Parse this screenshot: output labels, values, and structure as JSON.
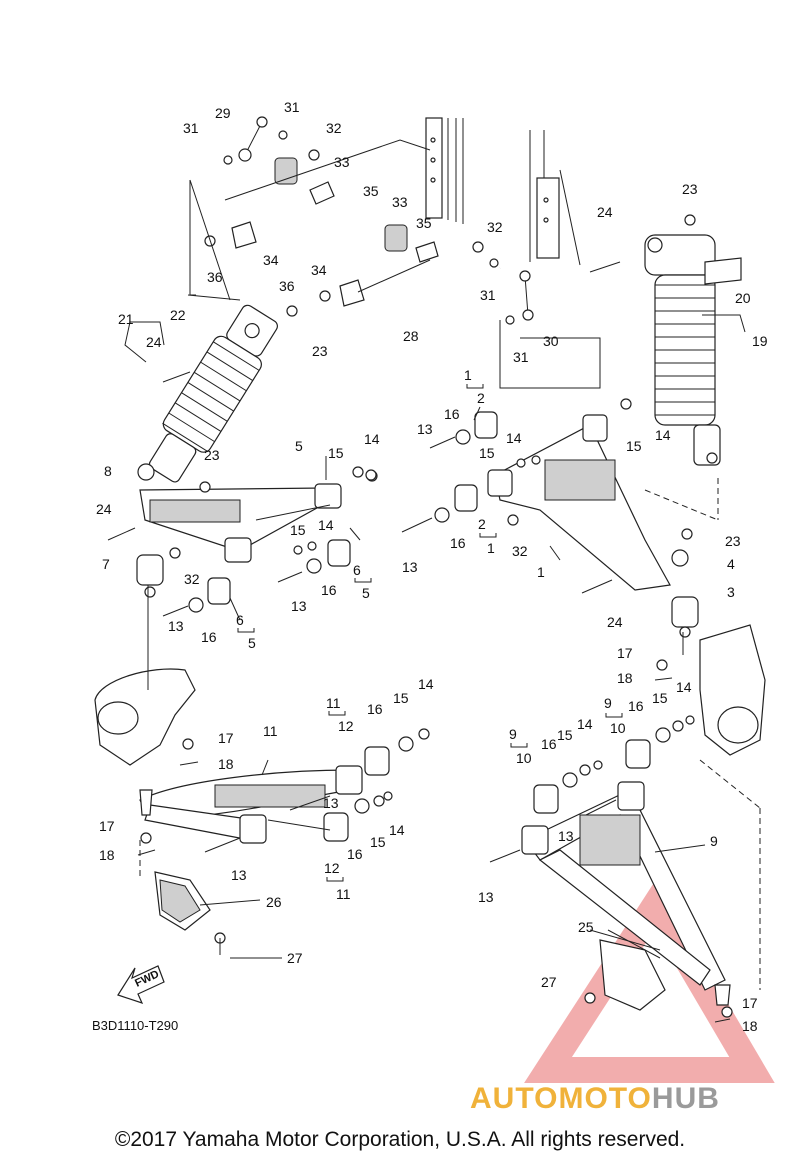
{
  "diagram": {
    "code": "B3D1110-T290",
    "fwd_label": "FWD",
    "callouts": [
      {
        "id": "c31a",
        "label": "31"
      },
      {
        "id": "c29",
        "label": "29"
      },
      {
        "id": "c31b",
        "label": "31"
      },
      {
        "id": "c32a",
        "label": "32"
      },
      {
        "id": "c33a",
        "label": "33"
      },
      {
        "id": "c35a",
        "label": "35"
      },
      {
        "id": "c33b",
        "label": "33"
      },
      {
        "id": "c35b",
        "label": "35"
      },
      {
        "id": "c32b",
        "label": "32"
      },
      {
        "id": "c36a",
        "label": "36"
      },
      {
        "id": "c34a",
        "label": "34"
      },
      {
        "id": "c34b",
        "label": "34"
      },
      {
        "id": "c36b",
        "label": "36"
      },
      {
        "id": "c31c",
        "label": "31"
      },
      {
        "id": "c28",
        "label": "28"
      },
      {
        "id": "c21",
        "label": "21"
      },
      {
        "id": "c22",
        "label": "22"
      },
      {
        "id": "c23a",
        "label": "23"
      },
      {
        "id": "c24a",
        "label": "24"
      },
      {
        "id": "c30",
        "label": "30"
      },
      {
        "id": "c31d",
        "label": "31"
      },
      {
        "id": "c23b",
        "label": "23"
      },
      {
        "id": "c24b",
        "label": "24"
      },
      {
        "id": "c20",
        "label": "20"
      },
      {
        "id": "c19",
        "label": "19"
      },
      {
        "id": "c1a",
        "label": "1"
      },
      {
        "id": "c2a",
        "label": "2"
      },
      {
        "id": "c13a",
        "label": "13"
      },
      {
        "id": "c16a",
        "label": "16"
      },
      {
        "id": "c15a",
        "label": "15"
      },
      {
        "id": "c14a",
        "label": "14"
      },
      {
        "id": "c14b",
        "label": "14"
      },
      {
        "id": "c15b",
        "label": "15"
      },
      {
        "id": "c8",
        "label": "8"
      },
      {
        "id": "c23c",
        "label": "23"
      },
      {
        "id": "c5a",
        "label": "5"
      },
      {
        "id": "c15c",
        "label": "15"
      },
      {
        "id": "c14c",
        "label": "14"
      },
      {
        "id": "c24c",
        "label": "24"
      },
      {
        "id": "c7",
        "label": "7"
      },
      {
        "id": "c32c",
        "label": "32"
      },
      {
        "id": "c15d",
        "label": "15"
      },
      {
        "id": "c14d",
        "label": "14"
      },
      {
        "id": "c6a",
        "label": "6"
      },
      {
        "id": "c5b",
        "label": "5"
      },
      {
        "id": "c13b",
        "label": "13"
      },
      {
        "id": "c16b",
        "label": "16"
      },
      {
        "id": "c13c",
        "label": "13"
      },
      {
        "id": "c16c",
        "label": "16"
      },
      {
        "id": "c6b",
        "label": "6"
      },
      {
        "id": "c5c",
        "label": "5"
      },
      {
        "id": "c13d",
        "label": "13"
      },
      {
        "id": "c16d",
        "label": "16"
      },
      {
        "id": "c2b",
        "label": "2"
      },
      {
        "id": "c1b",
        "label": "1"
      },
      {
        "id": "c32d",
        "label": "32"
      },
      {
        "id": "c1c",
        "label": "1"
      },
      {
        "id": "c23d",
        "label": "23"
      },
      {
        "id": "c4",
        "label": "4"
      },
      {
        "id": "c3",
        "label": "3"
      },
      {
        "id": "c24d",
        "label": "24"
      },
      {
        "id": "c17a",
        "label": "17"
      },
      {
        "id": "c18a",
        "label": "18"
      },
      {
        "id": "c14e",
        "label": "14"
      },
      {
        "id": "c15e",
        "label": "15"
      },
      {
        "id": "c16e",
        "label": "16"
      },
      {
        "id": "c9a",
        "label": "9"
      },
      {
        "id": "c10a",
        "label": "10"
      },
      {
        "id": "c11a",
        "label": "11"
      },
      {
        "id": "c12a",
        "label": "12"
      },
      {
        "id": "c16f",
        "label": "16"
      },
      {
        "id": "c15f",
        "label": "15"
      },
      {
        "id": "c14f",
        "label": "14"
      },
      {
        "id": "c11b",
        "label": "11"
      },
      {
        "id": "c17b",
        "label": "17"
      },
      {
        "id": "c18b",
        "label": "18"
      },
      {
        "id": "c9b",
        "label": "9"
      },
      {
        "id": "c10b",
        "label": "10"
      },
      {
        "id": "c16g",
        "label": "16"
      },
      {
        "id": "c15g",
        "label": "15"
      },
      {
        "id": "c14g",
        "label": "14"
      },
      {
        "id": "c13e",
        "label": "13"
      },
      {
        "id": "c14h",
        "label": "14"
      },
      {
        "id": "c15h",
        "label": "15"
      },
      {
        "id": "c16h",
        "label": "16"
      },
      {
        "id": "c13f",
        "label": "13"
      },
      {
        "id": "c9c",
        "label": "9"
      },
      {
        "id": "c17c",
        "label": "17"
      },
      {
        "id": "c18c",
        "label": "18"
      },
      {
        "id": "c13g",
        "label": "13"
      },
      {
        "id": "c12b",
        "label": "12"
      },
      {
        "id": "c11c",
        "label": "11"
      },
      {
        "id": "c13h",
        "label": "13"
      },
      {
        "id": "c26",
        "label": "26"
      },
      {
        "id": "c27a",
        "label": "27"
      },
      {
        "id": "c25",
        "label": "25"
      },
      {
        "id": "c27b",
        "label": "27"
      },
      {
        "id": "c17d",
        "label": "17"
      },
      {
        "id": "c18d",
        "label": "18"
      }
    ]
  },
  "watermark": {
    "brand_part1": "AUTO",
    "brand_part2": "MOTO",
    "brand_part3": "HUB",
    "color_red": "#e86a6a",
    "color_gold": "#f0b23a",
    "color_gray": "#9a9a9a"
  },
  "footer": {
    "copyright": "©2017 Yamaha Motor Corporation, U.S.A. All rights reserved."
  }
}
